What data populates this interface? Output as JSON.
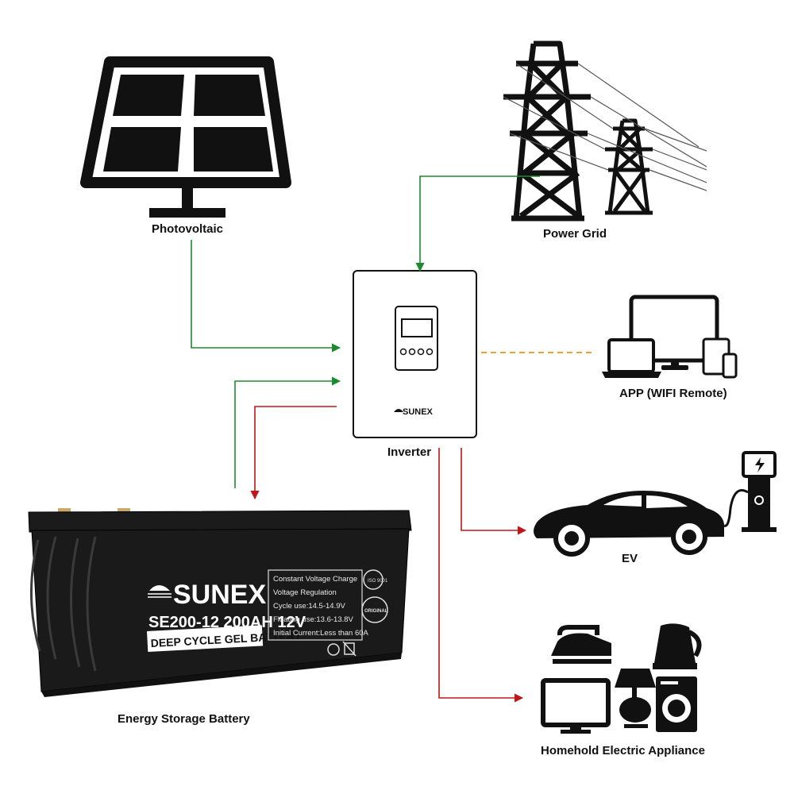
{
  "labels": {
    "photovoltaic": "Photovoltaic",
    "power_grid": "Power Grid",
    "inverter": "Inverter",
    "app": "APP (WIFI Remote)",
    "battery": "Energy Storage Battery",
    "ev": "EV",
    "appliance": "Homehold Electric Appliance"
  },
  "inverter": {
    "brand": "SUNEX"
  },
  "battery": {
    "brand": "SUNEX",
    "model": "SE200-12 200AH 12V",
    "type": "DEEP CYCLE GEL BATTERY",
    "spec_lines": [
      "Constant Voltage Charge",
      "Voltage Regulation",
      "Cycle use:14.5-14.9V",
      "Floating use:13.6-13.8V",
      "Initial Current:Less than 60A"
    ],
    "badge_iso": "ISO 9001",
    "badge_original": "ORIGINAL"
  },
  "colors": {
    "charge_flow": "#1e8a2e",
    "discharge_flow": "#c0161b",
    "wifi_link": "#f0a030",
    "icon": "#111111"
  }
}
